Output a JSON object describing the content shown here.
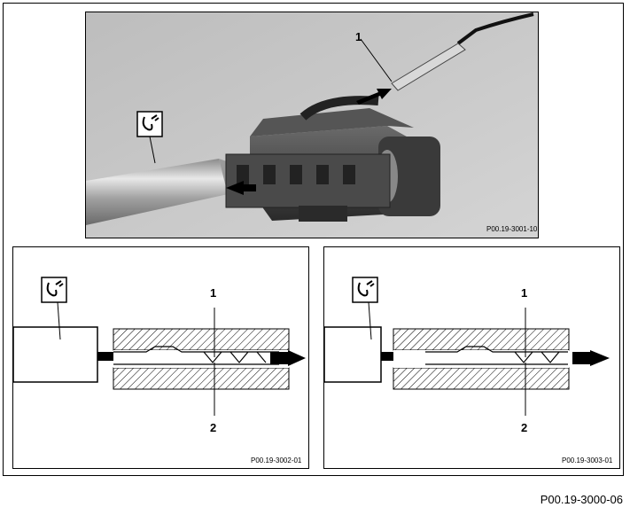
{
  "figure_ref": "P00.19-3000-06",
  "photo": {
    "ref": "P00.19-3001-10",
    "callout": "1",
    "tool_symbol": "tool-symbol"
  },
  "diagram_left": {
    "ref": "P00.19-3002-01",
    "callout_top": "1",
    "callout_bottom": "2"
  },
  "diagram_right": {
    "ref": "P00.19-3003-01",
    "callout_top": "1",
    "callout_bottom": "2"
  }
}
